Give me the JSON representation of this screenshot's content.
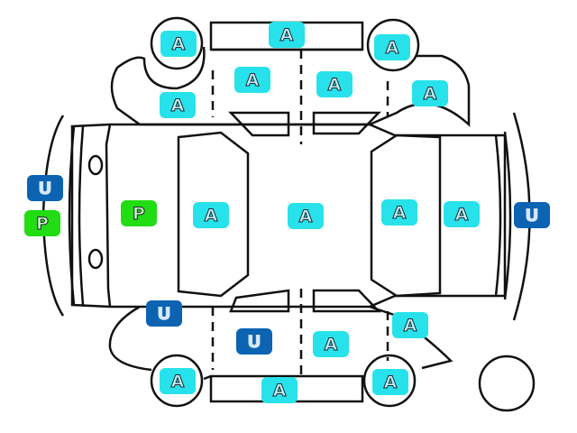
{
  "legend_colors": {
    "A": "#27e2ea",
    "P": "#22dc14",
    "U": "#0b63b2"
  },
  "markers": [
    {
      "label": "A"
    },
    {
      "label": "A"
    },
    {
      "label": "A"
    },
    {
      "label": "A"
    },
    {
      "label": "A"
    },
    {
      "label": "A"
    },
    {
      "label": "A"
    },
    {
      "label": "U"
    },
    {
      "label": "P"
    },
    {
      "label": "P"
    },
    {
      "label": "A"
    },
    {
      "label": "A"
    },
    {
      "label": "A"
    },
    {
      "label": "A"
    },
    {
      "label": "U"
    },
    {
      "label": "U"
    },
    {
      "label": "A"
    },
    {
      "label": "U"
    },
    {
      "label": "A"
    },
    {
      "label": "A"
    },
    {
      "label": "A"
    },
    {
      "label": "A"
    }
  ]
}
